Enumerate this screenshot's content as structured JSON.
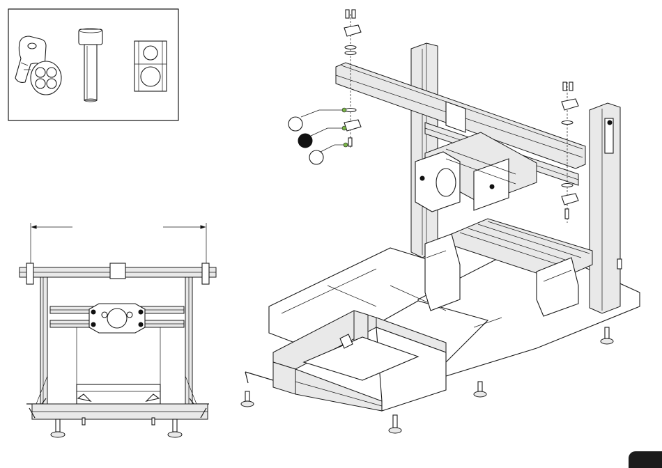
{
  "callouts": [
    {
      "style": "open"
    },
    {
      "style": "filled"
    },
    {
      "style": "open"
    }
  ],
  "colors": {
    "line": "#1a1a1a",
    "callout_fill": "#111111",
    "callout_dot": "#7ab648",
    "page_tab": "#1c1c1c"
  },
  "parts_box": {
    "items": [
      "pivot-bracket-icon",
      "bolt-icon",
      "t-nut-icon"
    ]
  }
}
